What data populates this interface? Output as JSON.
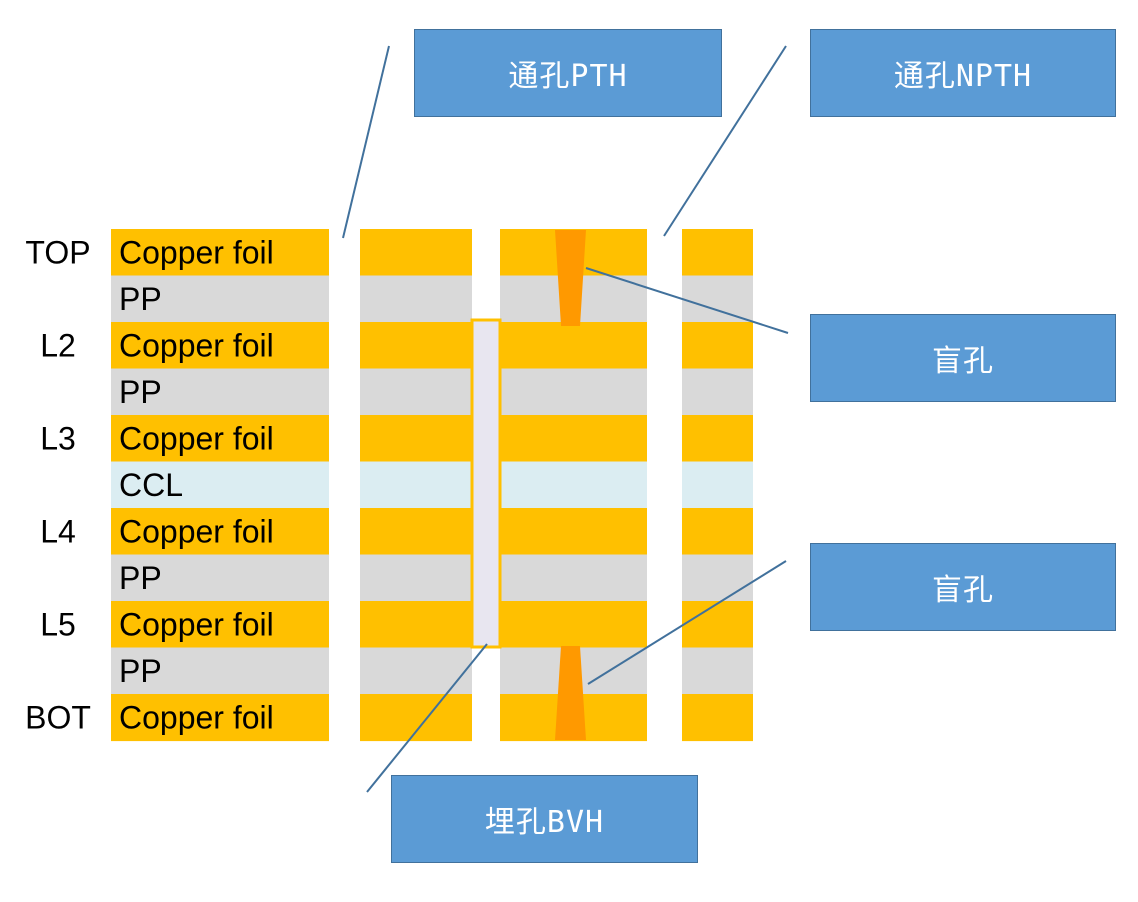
{
  "colors": {
    "copper": "#ffc000",
    "pp": "#d9d9d9",
    "ccl": "#dbedf2",
    "via_fill": "#ff9900",
    "buried_via": "#e8e6f0",
    "leader": "#41719c",
    "callout_bg": "#5b9bd5"
  },
  "layers": [
    {
      "label": "TOP",
      "name": "Copper foil",
      "type": "copper"
    },
    {
      "label": "",
      "name": "PP",
      "type": "pp"
    },
    {
      "label": "L2",
      "name": "Copper foil",
      "type": "copper"
    },
    {
      "label": "",
      "name": "PP",
      "type": "pp"
    },
    {
      "label": "L3",
      "name": "Copper foil",
      "type": "copper"
    },
    {
      "label": "",
      "name": "CCL",
      "type": "ccl"
    },
    {
      "label": "L4",
      "name": "Copper foil",
      "type": "copper"
    },
    {
      "label": "",
      "name": "PP",
      "type": "pp"
    },
    {
      "label": "L5",
      "name": "Copper foil",
      "type": "copper"
    },
    {
      "label": "",
      "name": "PP",
      "type": "pp"
    },
    {
      "label": "BOT",
      "name": "Copper foil",
      "type": "copper"
    }
  ],
  "callouts": {
    "pth": "通孔PTH",
    "npth": "通孔NPTH",
    "blind_top": "盲孔",
    "blind_bottom": "盲孔",
    "buried": "埋孔BVH"
  }
}
